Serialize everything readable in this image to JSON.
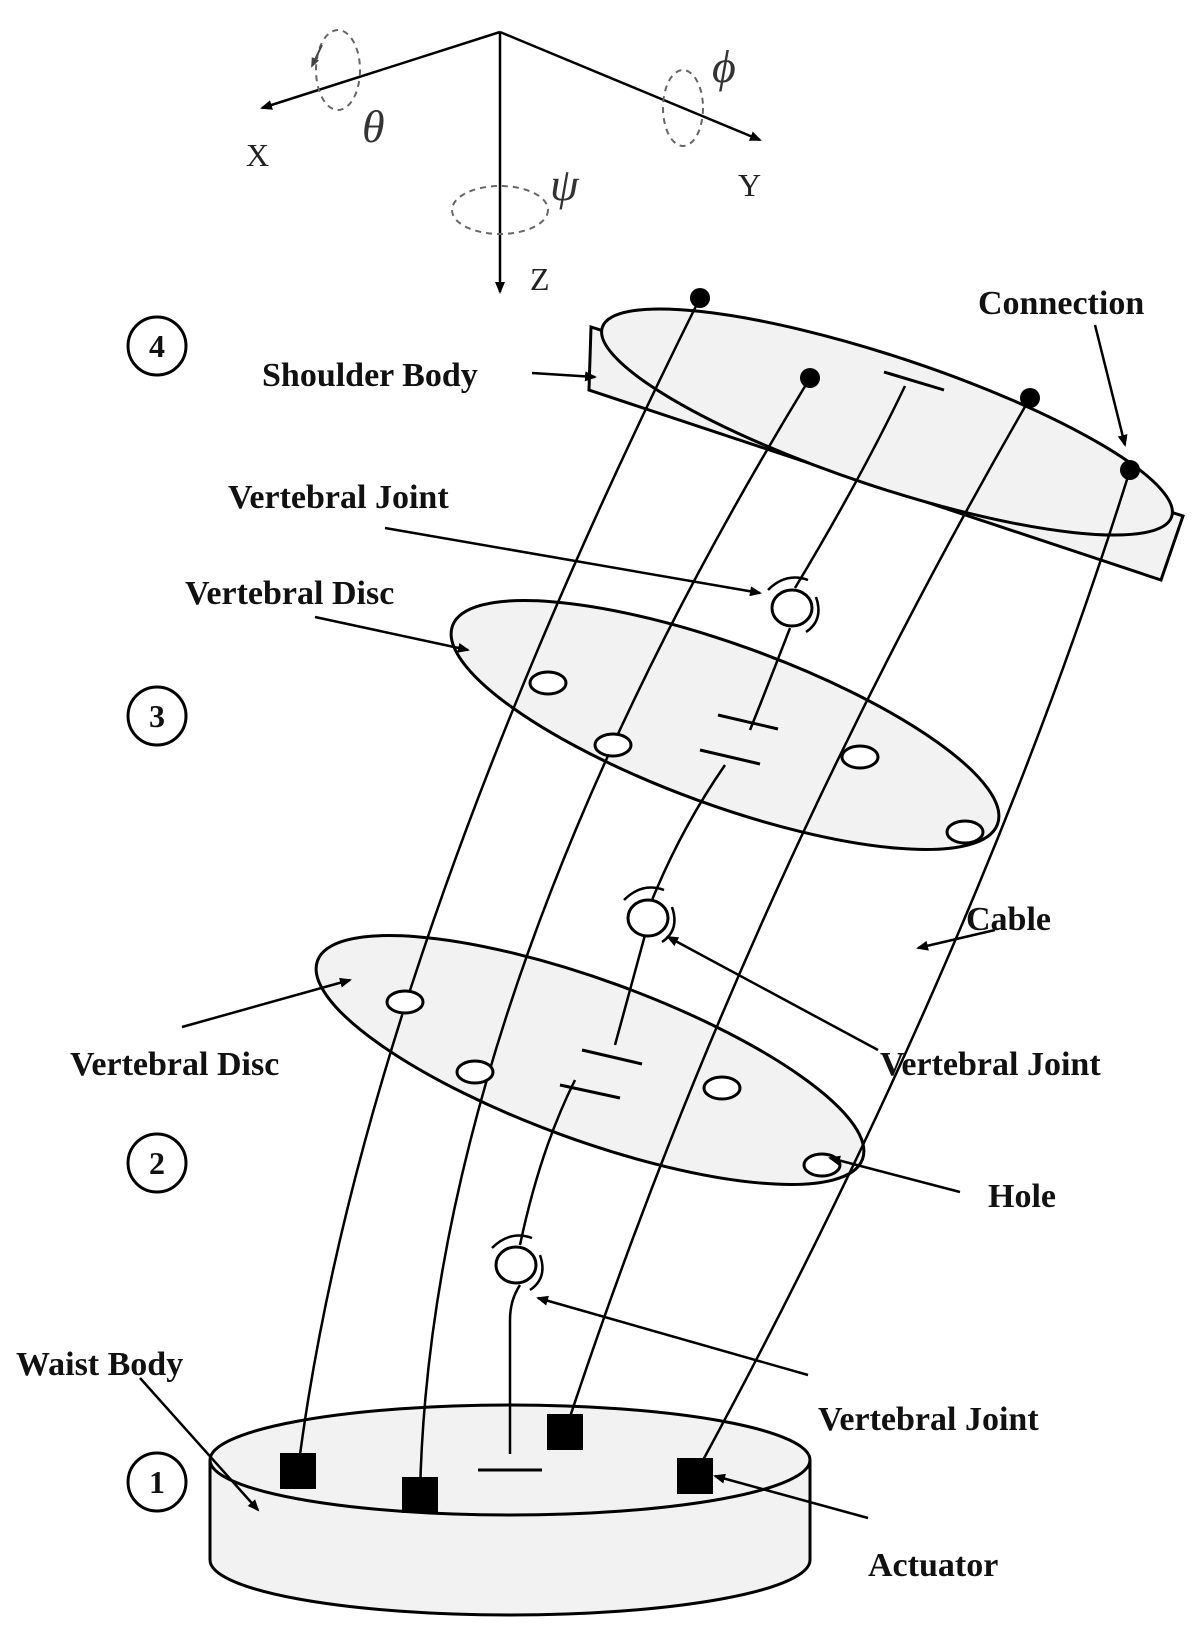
{
  "axes": {
    "x": "X",
    "y": "Y",
    "z": "Z",
    "theta": "θ",
    "phi": "ϕ",
    "psi": "ψ"
  },
  "segments": [
    "1",
    "2",
    "3",
    "4"
  ],
  "labels": {
    "connection": "Connection",
    "shoulder_body": "Shoulder Body",
    "vertebral_joint": "Vertebral Joint",
    "vertebral_disc": "Vertebral Disc",
    "cable": "Cable",
    "hole": "Hole",
    "waist_body": "Waist Body",
    "actuator": "Actuator"
  }
}
